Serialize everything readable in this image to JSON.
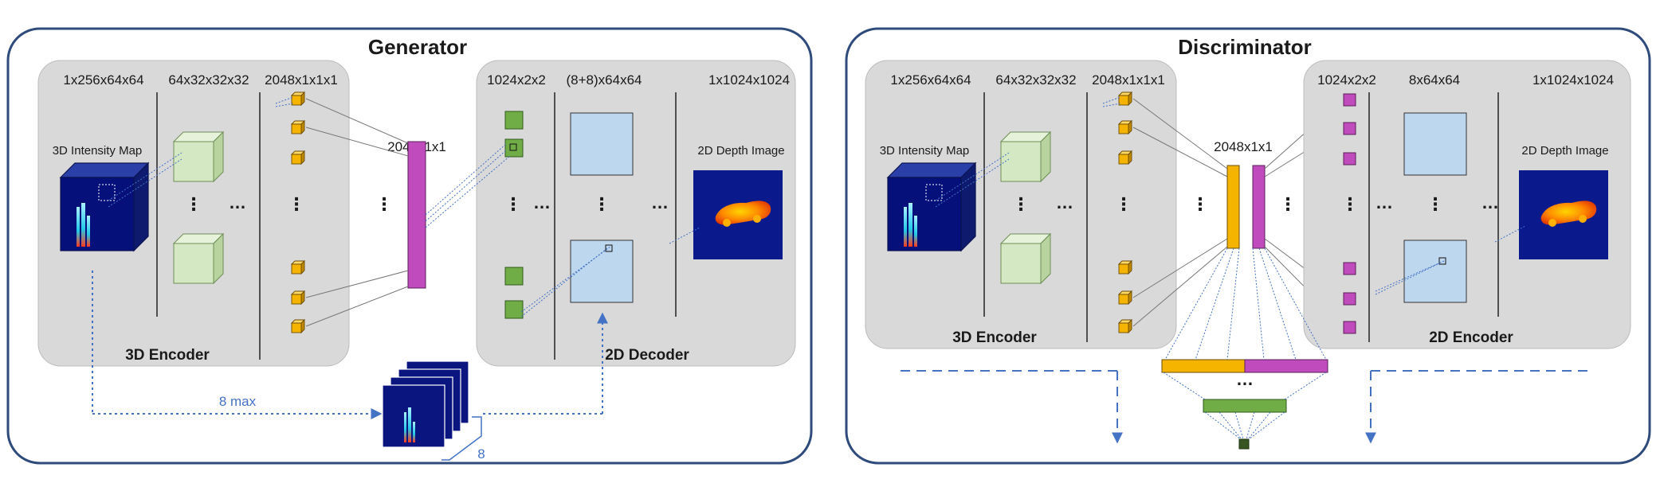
{
  "colors": {
    "panel_border": "#2f4b7c",
    "module_bg": "#d9d9d9",
    "encoder_cube": "#d5e8c4",
    "voxel_cube": "#f5b400",
    "latent_bar_magenta": "#c04bbd",
    "latent_bar_gold": "#f5b400",
    "decoder_square": "#70ad47",
    "feature_map": "#bdd7ee",
    "depth_bg": "#002080",
    "dotted_arrow": "#4472c4"
  },
  "generator": {
    "title": "Generator",
    "encoder": {
      "label": "3D Encoder",
      "dims": [
        "1x256x64x64",
        "64x32x32x32",
        "2048x1x1x1"
      ],
      "input_label": "3D Intensity Map"
    },
    "latent_dim": "2048x1x1",
    "decoder": {
      "label": "2D Decoder",
      "dims": [
        "1024x2x2",
        "(8+8)x64x64",
        "1x1024x1024"
      ],
      "output_label": "2D Depth Image"
    },
    "skip": {
      "label": "8 max",
      "stack_label": "8"
    },
    "ellipsis": "…"
  },
  "discriminator": {
    "title": "Discriminator",
    "encoder3d": {
      "label": "3D Encoder",
      "dims": [
        "1x256x64x64",
        "64x32x32x32",
        "2048x1x1x1"
      ],
      "input_label": "3D Intensity Map"
    },
    "latent_dim": "2048x1x1",
    "encoder2d": {
      "label": "2D Encoder",
      "dims": [
        "1024x2x2",
        "8x64x64",
        "1x1024x1024"
      ],
      "input_label": "2D Depth Image"
    },
    "ellipsis": "…"
  }
}
